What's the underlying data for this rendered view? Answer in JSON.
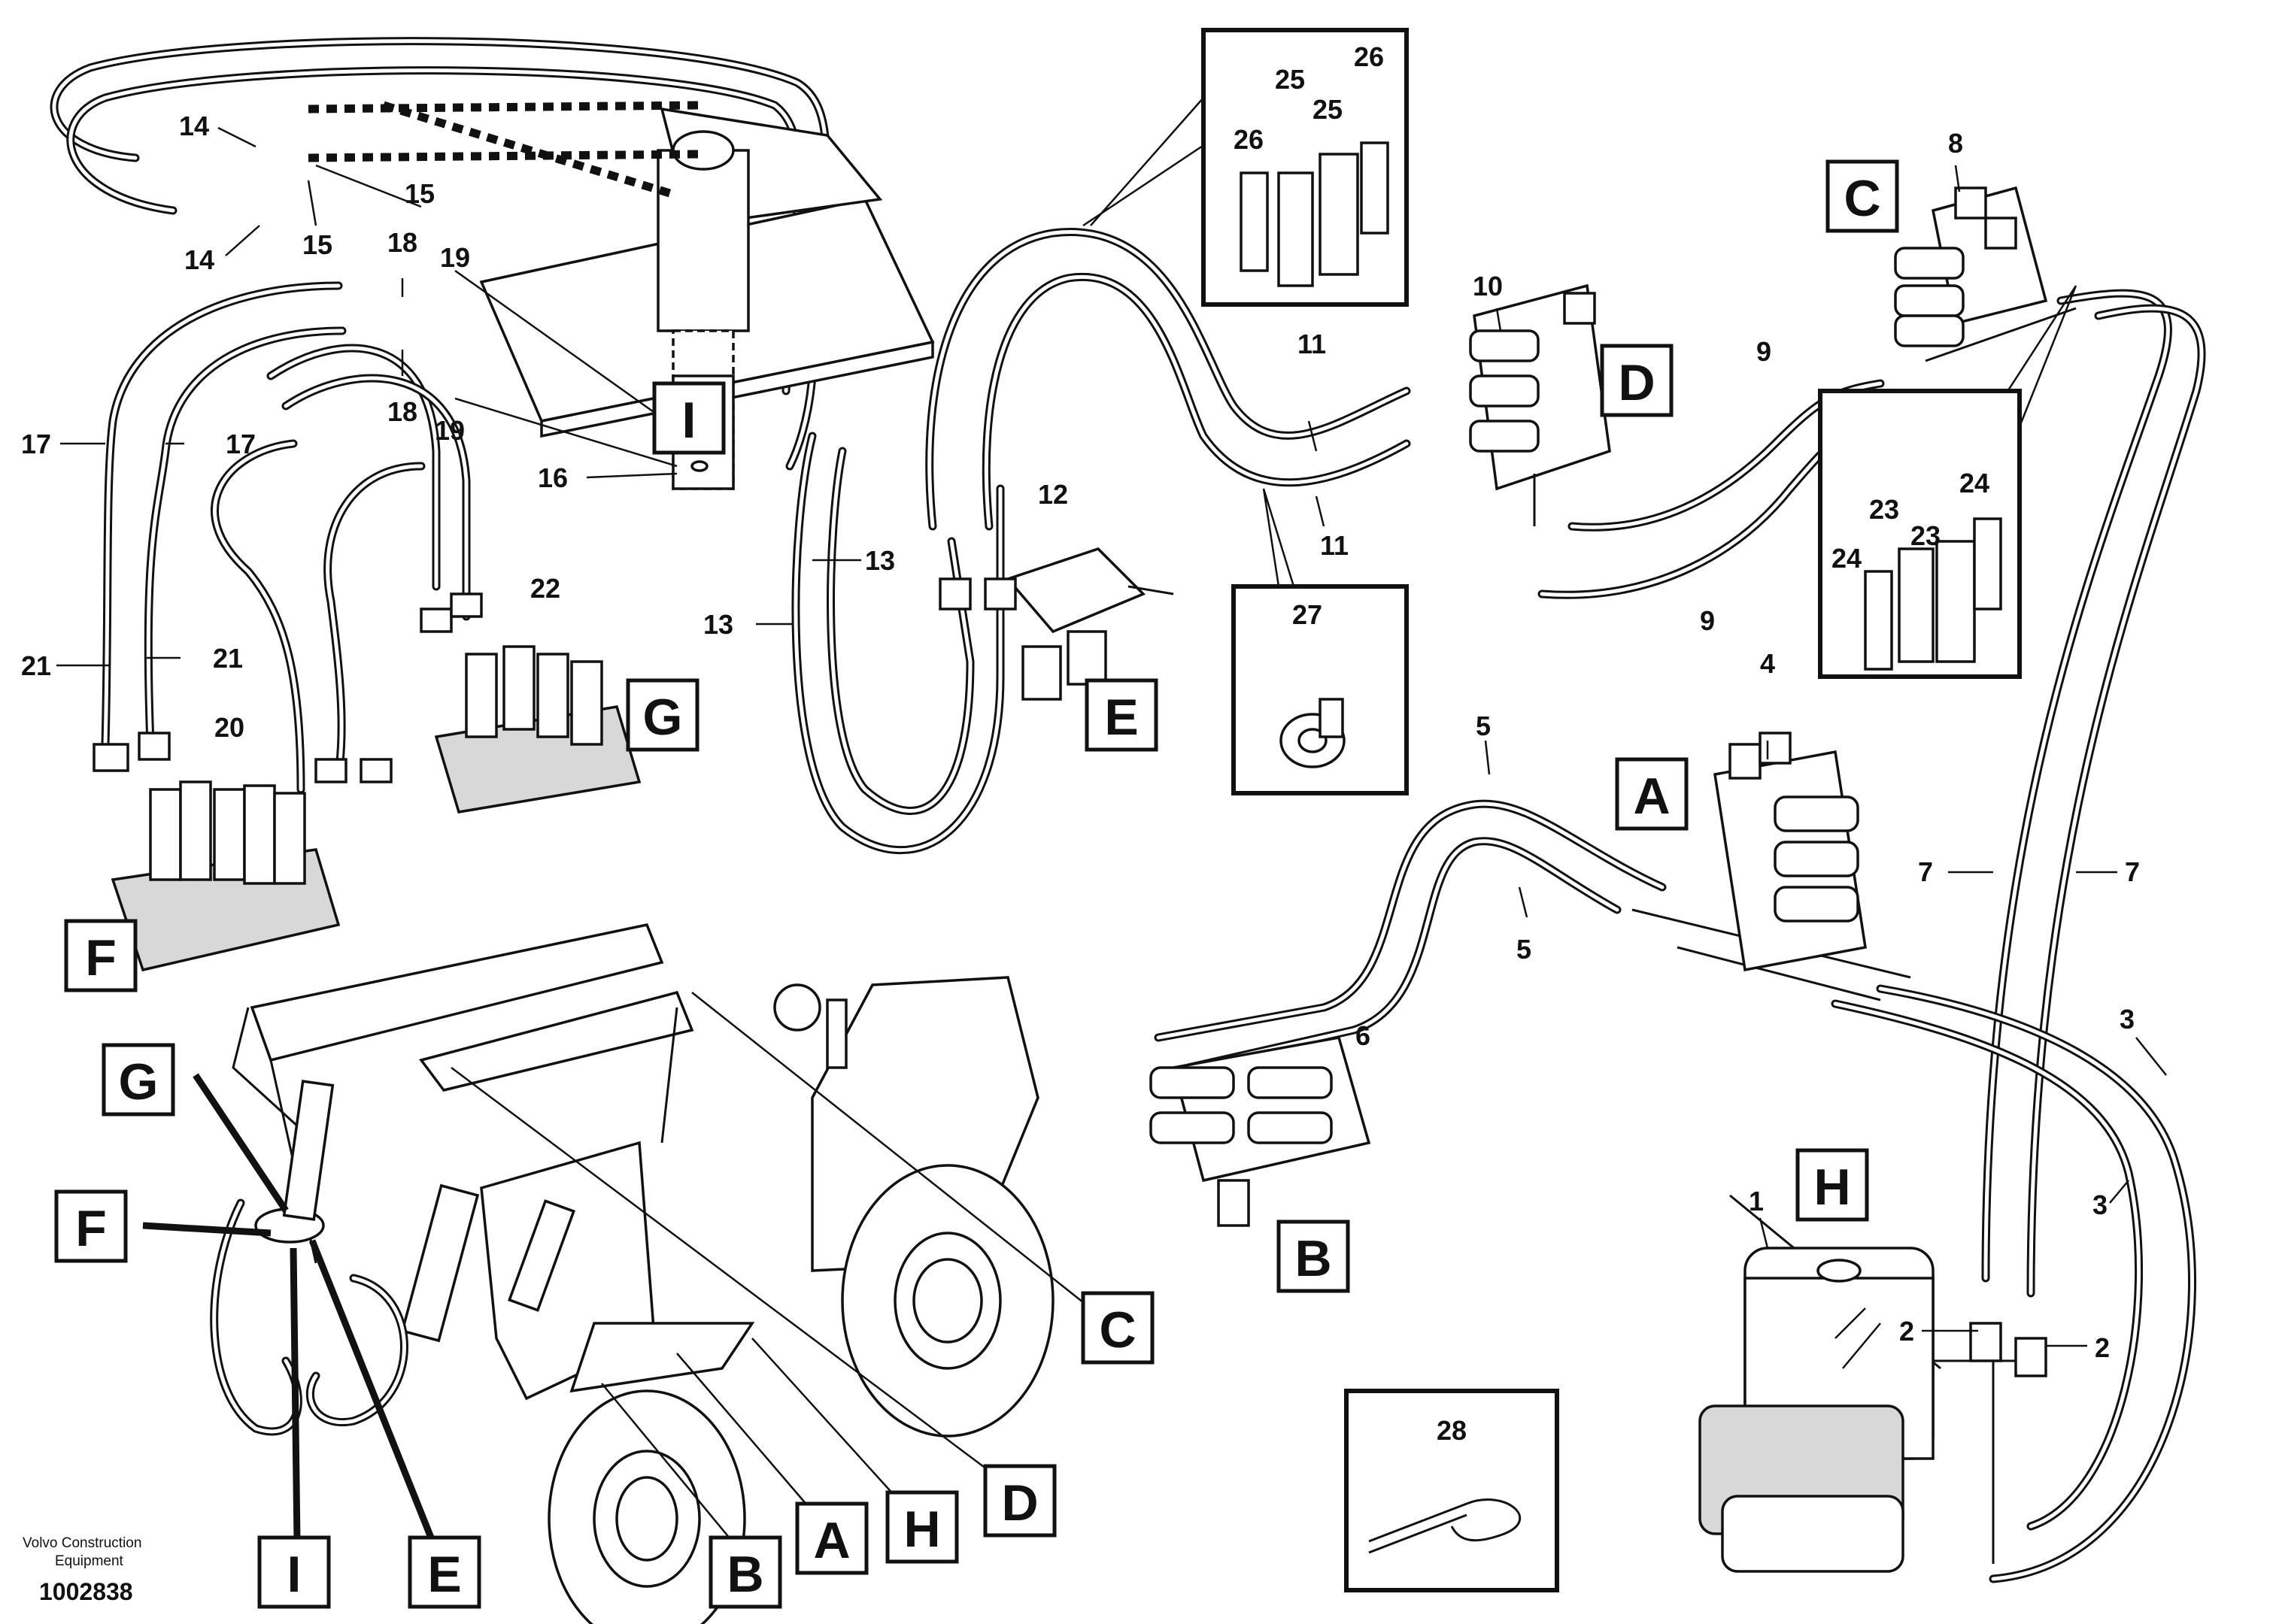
{
  "diagram": {
    "brand_line1": "Volvo Construction",
    "brand_line2": "Equipment",
    "drawing_number": "1002838",
    "parts": {
      "p1": "1",
      "p2a": "2",
      "p2b": "2",
      "p3a": "3",
      "p3b": "3",
      "p4": "4",
      "p5a": "5",
      "p5b": "5",
      "p6": "6",
      "p7a": "7",
      "p7b": "7",
      "p8": "8",
      "p9a": "9",
      "p9b": "9",
      "p10": "10",
      "p11a": "11",
      "p11b": "11",
      "p12": "12",
      "p13a": "13",
      "p13b": "13",
      "p14a": "14",
      "p14b": "14",
      "p15a": "15",
      "p15b": "15",
      "p16": "16",
      "p17a": "17",
      "p17b": "17",
      "p18a": "18",
      "p18b": "18",
      "p19a": "19",
      "p19b": "19",
      "p20": "20",
      "p21a": "21",
      "p21b": "21",
      "p22": "22",
      "p23a": "23",
      "p23b": "23",
      "p24a": "24",
      "p24b": "24",
      "p25a": "25",
      "p25b": "25",
      "p26a": "26",
      "p26b": "26",
      "p27": "27",
      "p28": "28"
    },
    "groups": {
      "A": "A",
      "B": "B",
      "C": "C",
      "D": "D",
      "E": "E",
      "F": "F",
      "G": "G",
      "H": "H",
      "I": "I"
    },
    "machine_callouts": {
      "G": "G",
      "F": "F",
      "I": "I",
      "E": "E",
      "B": "B",
      "A": "A",
      "H": "H",
      "D": "D",
      "C": "C"
    }
  }
}
